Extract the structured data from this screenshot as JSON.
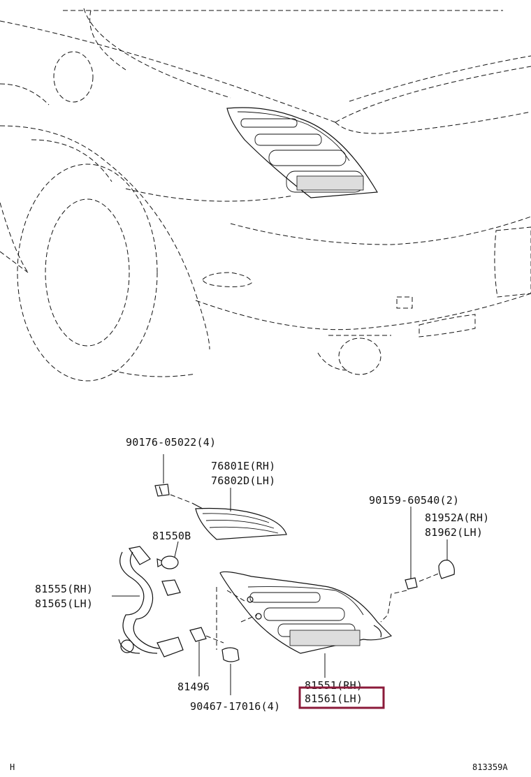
{
  "parts": {
    "p_90176": "90176-05022(4)",
    "p_76801": "76801E(RH)",
    "p_76802": "76802D(LH)",
    "p_81550": "81550B",
    "p_81555": "81555(RH)",
    "p_81565": "81565(LH)",
    "p_81496": "81496",
    "p_90467": "90467-17016(4)",
    "p_81551": "81551(RH)",
    "p_81561": "81561(LH)",
    "p_90159": "90159-60540(2)",
    "p_81952": "81952A(RH)",
    "p_81962": "81962(LH)"
  },
  "corners": {
    "left": "H",
    "right": "813359A"
  },
  "colors": {
    "highlight": "#8b1a3a",
    "line": "#111111"
  }
}
